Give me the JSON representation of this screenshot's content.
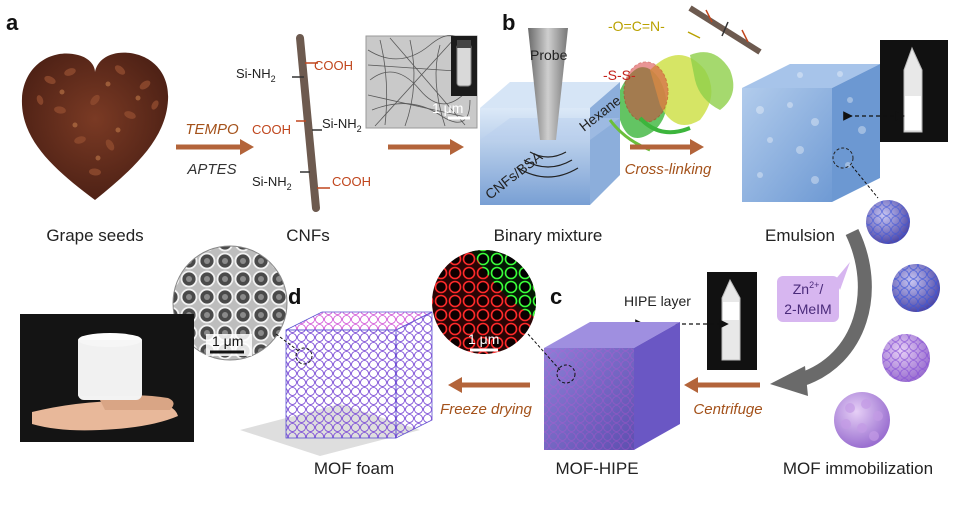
{
  "panels": {
    "a": "a",
    "b": "b",
    "c": "c",
    "d": "d"
  },
  "captions": {
    "grape_seeds": "Grape seeds",
    "cnfs": "CNFs",
    "binary_mixture": "Binary mixture",
    "emulsion": "Emulsion",
    "mof_immobilization": "MOF immobilization",
    "mof_hipe": "MOF-HIPE",
    "mof_foam": "MOF foam"
  },
  "arrows": {
    "tempo": "TEMPO",
    "aptes": "APTES",
    "crosslinking": "Cross-linking",
    "centrifuge": "Centrifuge",
    "freeze_drying": "Freeze drying"
  },
  "chem": {
    "si_nh2": "Si-NH",
    "sub2": "2",
    "cooh": "COOH",
    "isocyanate": "-O=C=N-",
    "disulfide": "-S-S-",
    "zn": "Zn",
    "zn_sup": "2+",
    "zn_slash": "/",
    "mim": "2-MeIM"
  },
  "labels": {
    "probe": "Probe",
    "hexane": "Hexane",
    "cnfs_bsa": "CNFs/BSA",
    "hipe_layer": "HIPE layer"
  },
  "scalebars": {
    "tem": "1 μm",
    "confocal": "1 μm",
    "sem": "1 μm"
  },
  "colors": {
    "arrow_brown": "#b3643a",
    "label_orange": "#a4521b",
    "cube_blue": "#7fa7d8",
    "mof_purple": "#8e7ad6",
    "zn_box": "#d7b6f0"
  }
}
